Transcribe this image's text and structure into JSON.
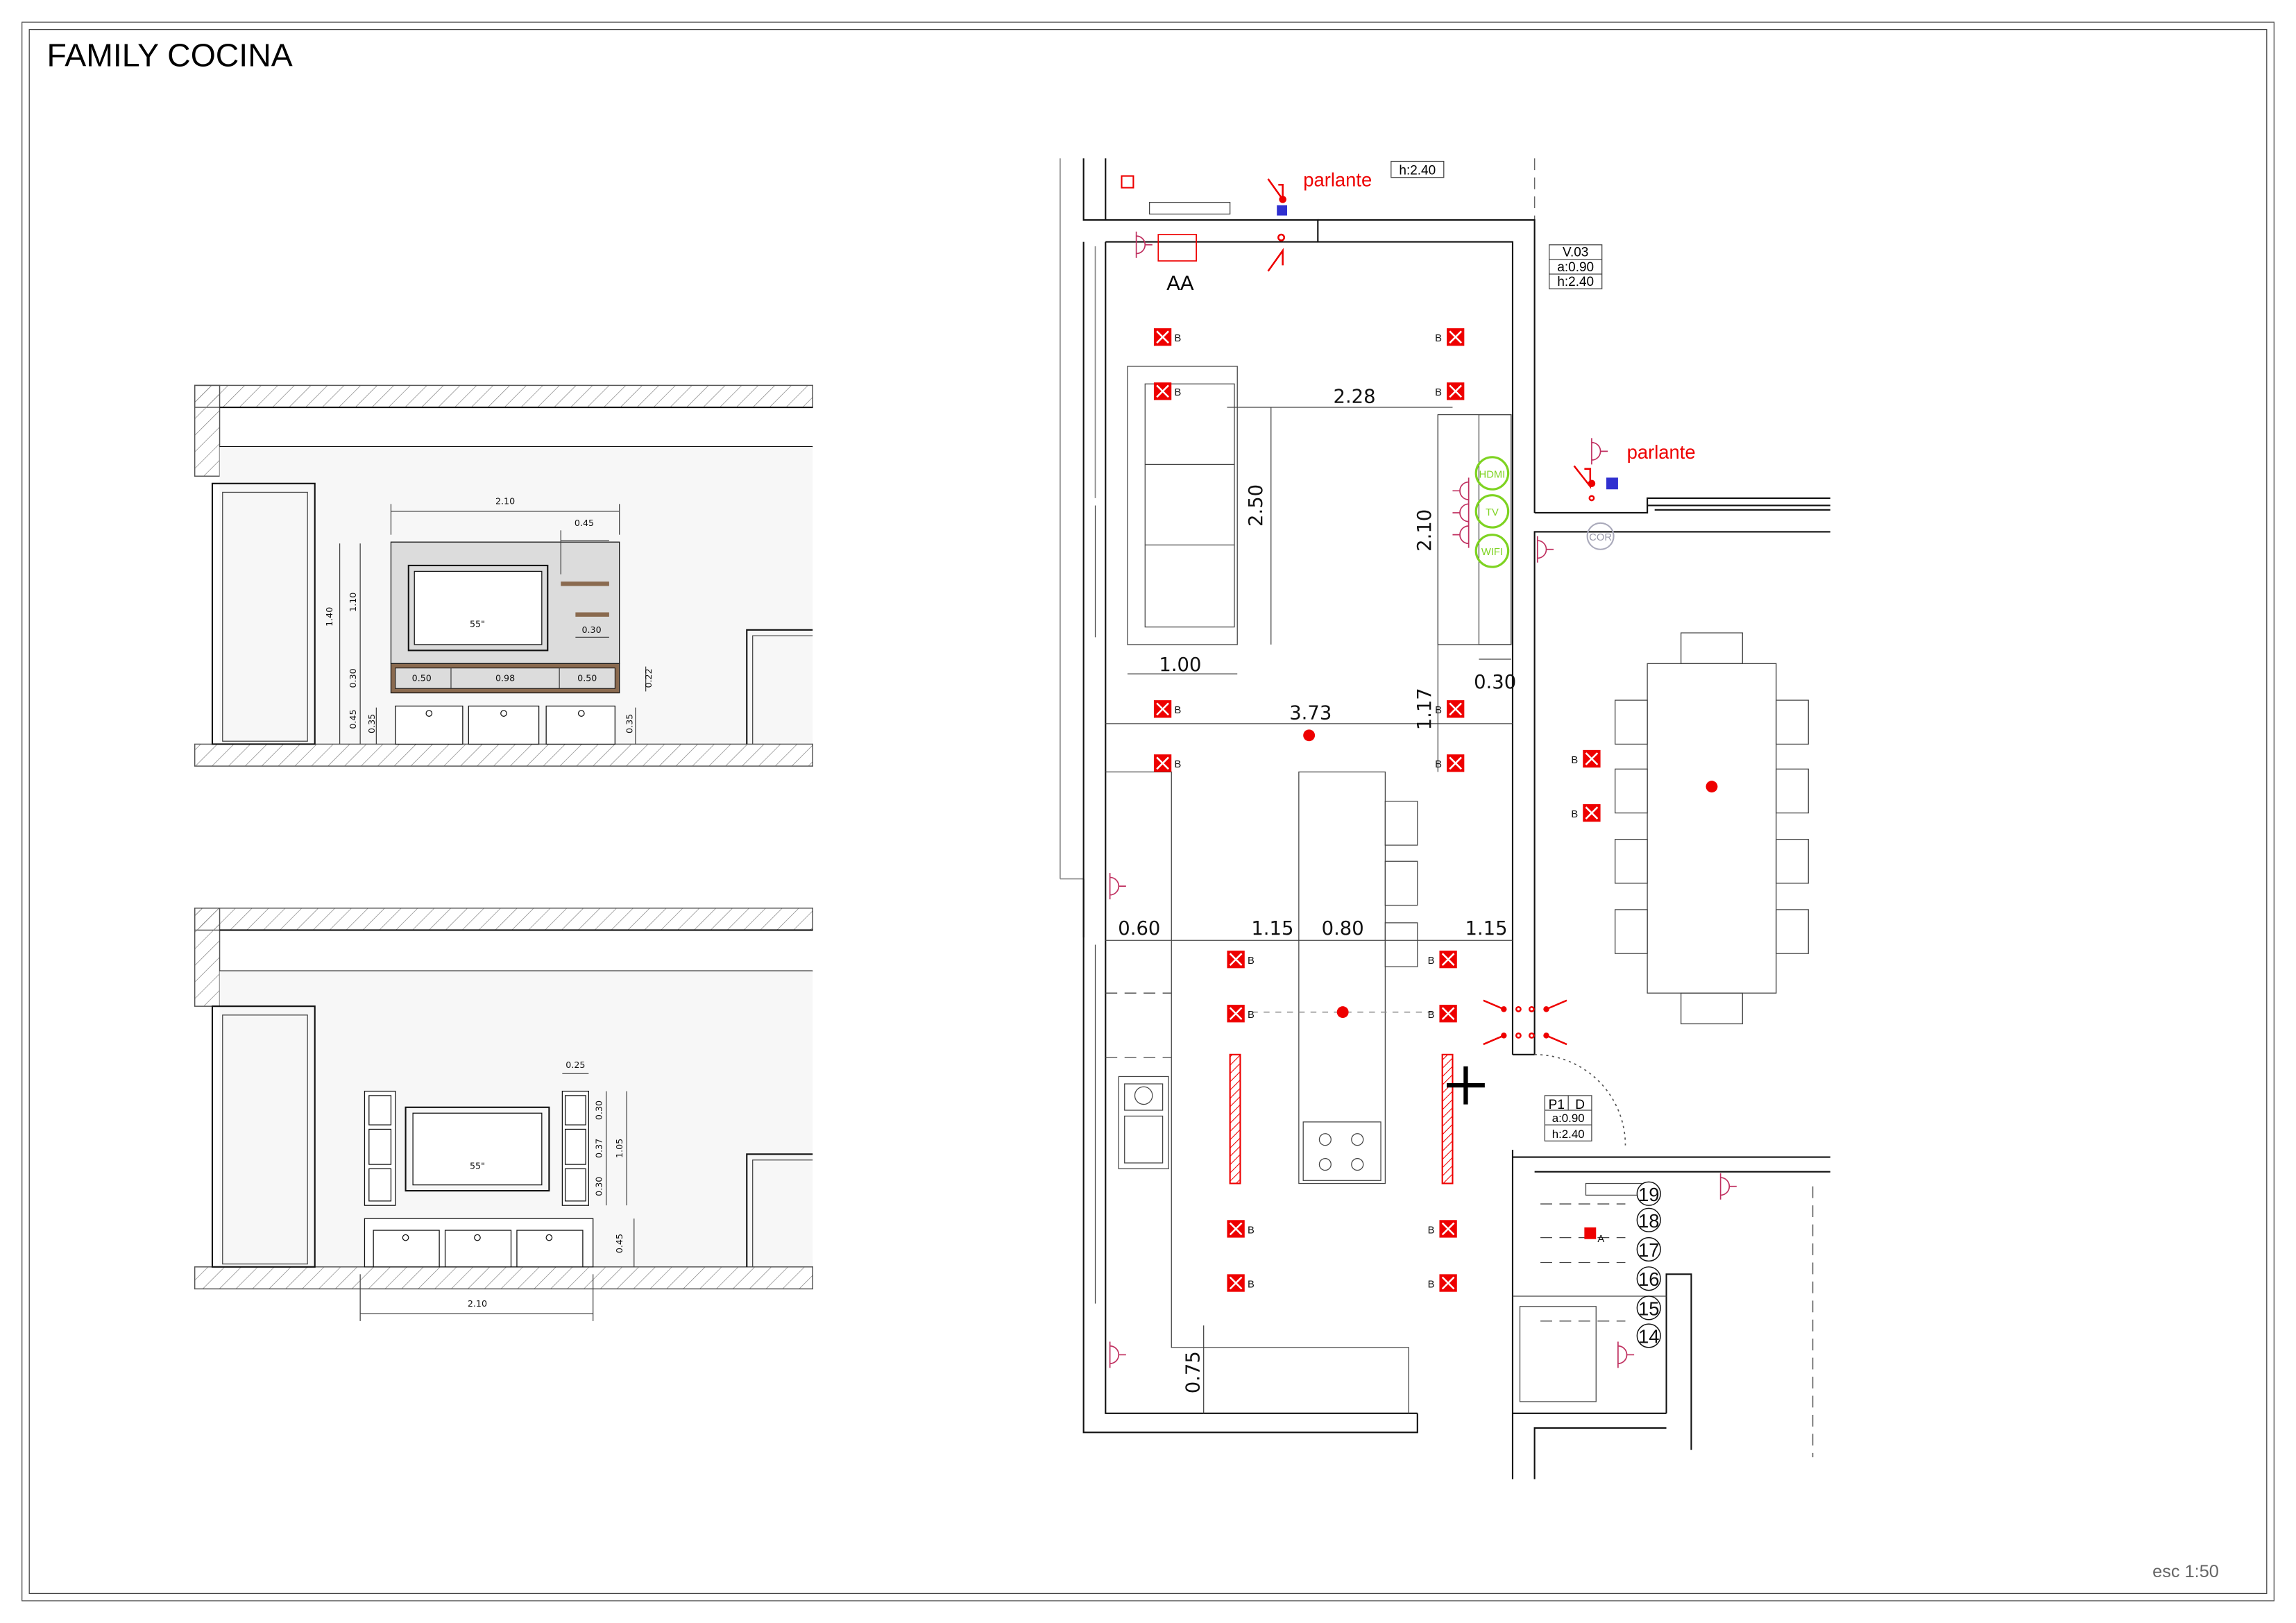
{
  "title": "FAMILY COCINA",
  "scale": "esc 1:50",
  "elevation_1": {
    "dims": {
      "total_width": "2.10",
      "shelf_width": "0.45",
      "shelf_lower": "0.30",
      "height_total": "1.40",
      "height_panel": "1.10",
      "height_shelf": "0.30",
      "height_base": "0.45",
      "drawer_h_left": "0.35",
      "drawer_h_right": "0.35",
      "shelf_thickness": "0.22",
      "seg_left": "0.50",
      "seg_mid": "0.98",
      "seg_right": "0.50"
    },
    "tv_label": "55\""
  },
  "elevation_2": {
    "dims": {
      "side_width": "0.25",
      "side_h1": "0.30",
      "side_h2": "0.37",
      "side_h3": "0.30",
      "side_total": "1.05",
      "base_h": "0.45",
      "total_width": "2.10"
    },
    "tv_label": "55\""
  },
  "plan": {
    "speaker_label_1": "parlante",
    "speaker_label_2": "parlante",
    "section_marker": "AA",
    "top_height_tag": "h:2.40",
    "window_tag": {
      "id": "V.03",
      "a": "a:0.90",
      "h": "h:2.40"
    },
    "door_tag": {
      "id": "P1",
      "type": "D",
      "a": "a:0.90",
      "h": "h:2.40"
    },
    "outlets": [
      "HDMI",
      "TV",
      "WIFI"
    ],
    "cor_label": "COR",
    "fixture_label": "B",
    "stair_fixture_label": "A",
    "dims": {
      "sofa_width": "2.28",
      "sofa_depth": "2.50",
      "sofa_seat": "1.00",
      "tv_wall": "2.10",
      "tv_depth": "0.30",
      "room_width": "3.73",
      "gap_v": "1.17",
      "counter": "0.60",
      "aisle_left": "1.15",
      "island": "0.80",
      "aisle_right": "1.15",
      "return": "0.75"
    },
    "stairs": [
      "19",
      "18",
      "17",
      "16",
      "15",
      "14"
    ]
  },
  "colors": {
    "red": "#e00000",
    "green": "#7ed321",
    "brown": "#8a6a4f",
    "panel": "#dcdcdc",
    "purple": "#a020c0",
    "blue": "#3030d0"
  }
}
